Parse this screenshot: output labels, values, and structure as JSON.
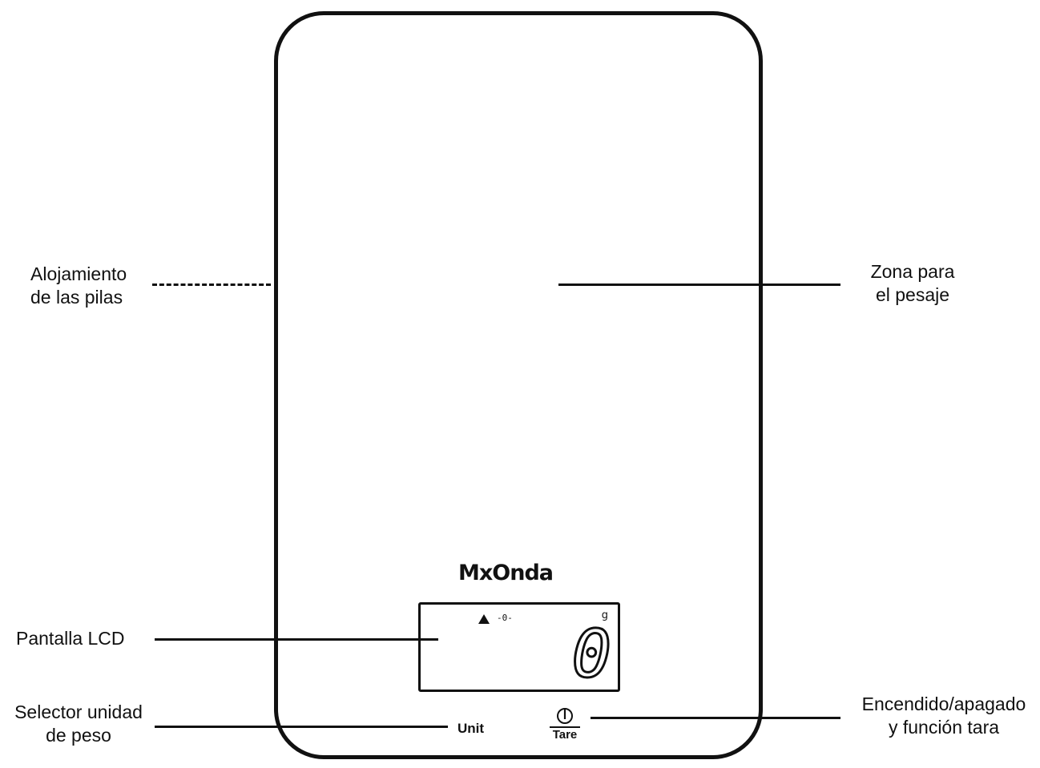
{
  "device": {
    "brand": "MxOnda",
    "lcd": {
      "value": "0",
      "unit": "g",
      "zero_mark": "-0-"
    },
    "buttons": {
      "unit_label": "Unit",
      "tare_label": "Tare"
    },
    "icons": [
      "power-icon",
      "battery-arrow-icon"
    ]
  },
  "callouts": {
    "battery": {
      "line1": "Alojamiento",
      "line2": "de las pilas"
    },
    "weighing": {
      "line1": "Zona para",
      "line2": "el pesaje"
    },
    "lcd": {
      "line1": "Pantalla LCD"
    },
    "unit_selector": {
      "line1": "Selector unidad",
      "line2": "de peso"
    },
    "power_tare": {
      "line1": "Encendido/apagado",
      "line2": "y función tara"
    }
  },
  "colors": {
    "line": "#111111",
    "background": "#ffffff"
  }
}
